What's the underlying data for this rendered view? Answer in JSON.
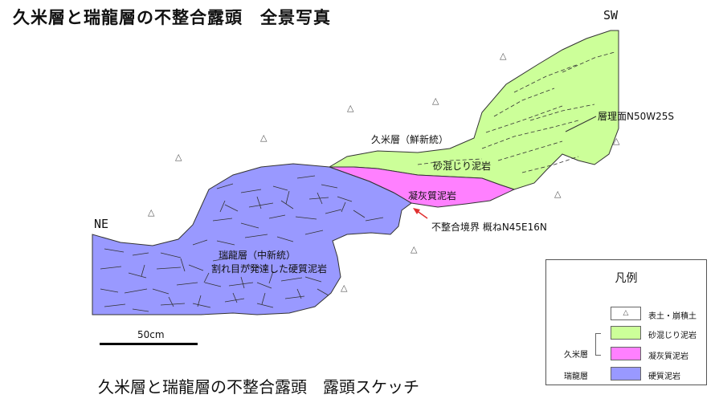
{
  "title": "久米層と瑞龍層の不整合露頭　全景写真",
  "caption": "久米層と瑞龍層の不整合露頭　露頭スケッチ",
  "labels": {
    "sw": "SW",
    "ne": "NE",
    "bedding": "層理面N50W25S",
    "kume": "久米層（鮮新統）",
    "sandy": "砂混じり泥岩",
    "tuff": "凝灰質泥岩",
    "unconformity": "不整合境界  概ねN45E16N",
    "zuiryu": "瑞龍層（中新統）",
    "zuiryu_desc": "割れ目が発達した硬質泥岩",
    "scale": "50cm"
  },
  "legend": {
    "title": "凡例",
    "items": [
      {
        "label": "表土・崩積土",
        "color": "#ffffff",
        "symbol": "△"
      },
      {
        "label": "砂混じり泥岩",
        "color": "#ccff99",
        "group": "久米層"
      },
      {
        "label": "凝灰質泥岩",
        "color": "#ff80ff",
        "group": "久米層"
      },
      {
        "label": "硬質泥岩",
        "color": "#9999ff",
        "group": "瑞龍層"
      }
    ],
    "group_kume": "久米層",
    "group_zuiryu": "瑞龍層"
  },
  "colors": {
    "sandy_mudstone": "#ccff99",
    "tuffaceous_mudstone": "#ff80ff",
    "hard_mudstone": "#9999ff",
    "arrow": "#e03030"
  },
  "symbols": {
    "soil": "△"
  }
}
